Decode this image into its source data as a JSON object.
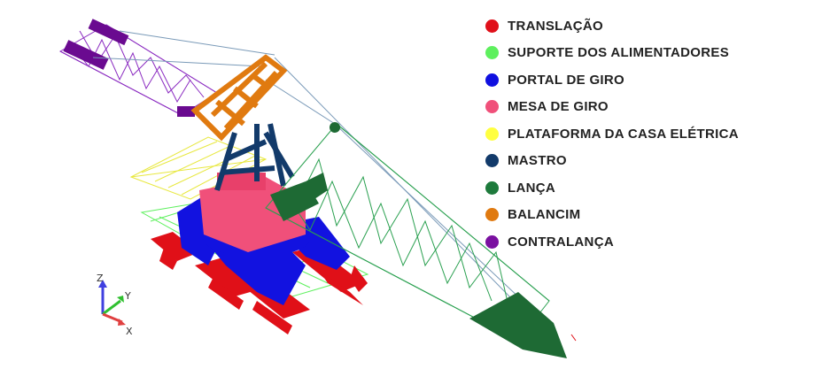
{
  "legend": [
    {
      "label": "TRANSLAÇÃO",
      "color": "#e0101a"
    },
    {
      "label": "SUPORTE DOS ALIMENTADORES",
      "color": "#5ef05e"
    },
    {
      "label": "PORTAL DE GIRO",
      "color": "#1010e0"
    },
    {
      "label": "MESA DE GIRO",
      "color": "#f0507a"
    },
    {
      "label": "PLATAFORMA DA CASA ELÉTRICA",
      "color": "#ffff40"
    },
    {
      "label": "MASTRO",
      "color": "#123a6a"
    },
    {
      "label": "LANÇA",
      "color": "#1e7a3c"
    },
    {
      "label": "BALANCIM",
      "color": "#e07a10"
    },
    {
      "label": "CONTRALANÇA",
      "color": "#7a10a0"
    }
  ],
  "axes": {
    "x": "X",
    "y": "Y",
    "z": "Z"
  }
}
